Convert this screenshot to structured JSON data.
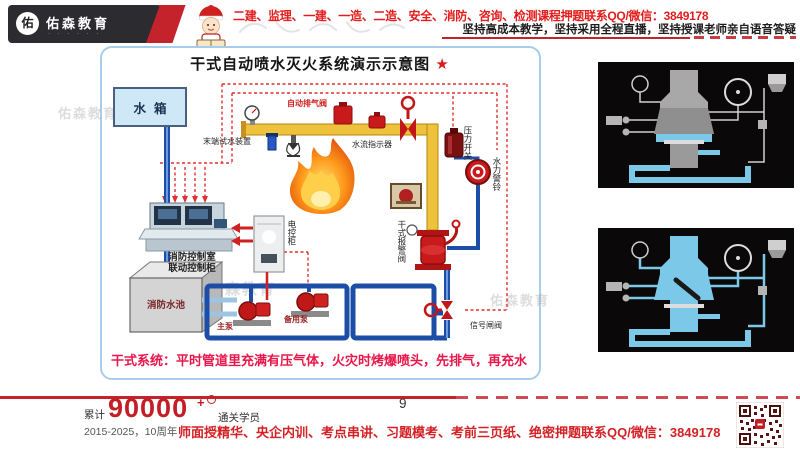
{
  "header": {
    "logo": {
      "brand": "佑森教育",
      "seal_char": "佑"
    },
    "course_line": "二建、监理、一建、一造、二造、安全、消防、咨询、检测课程押题联系QQ/微信：3849178",
    "slogan": "坚持高成本教学，坚持采用全程直播，坚持授课老师亲自语音答疑"
  },
  "watermark": "佑森教育",
  "diagram": {
    "title": "干式自动喷水灭火系统演示示意图",
    "title_star": "★",
    "labels": {
      "water_tank": "水箱",
      "auto_air_vent": "自动排气阀",
      "end_test_device": "末端试水装置",
      "flow_indicator": "水流指示器",
      "pressure_switch": "压力开关",
      "water_alarm_bell": "水力警铃",
      "dry_alarm_valve": "干式报警阀",
      "signal_gate_valve": "信号闸阀",
      "control_room_line1": "消防控制室",
      "control_room_line2": "联动控制柜",
      "electric_cabinet": "电控柜",
      "fire_water_pool": "消防水池",
      "main_pump": "主泵",
      "standby_pump": "备用泵"
    },
    "caption": "干式系统：平时管道里充满有压气体，火灾时烤爆喷头，先排气，再充水"
  },
  "footer": {
    "cumulative_label": "累计",
    "count": "90000",
    "count_plus": "+",
    "graduates": "通关学员",
    "anniversary": "2015-2025，10周年",
    "courses": "师面授精华、央企内训、考点串讲、习题模考、考前三页纸、绝密押题联系QQ/微信：3849178",
    "page_number": "9"
  },
  "colors": {
    "accent_red": "#d42125",
    "pipe_blue": "#1c4ea8",
    "pipe_air_yellow": "#eec23c",
    "panel_border_blue": "#a8cdea",
    "caption_red": "#e8174a",
    "dark_panel_bg": "#0a0808"
  }
}
